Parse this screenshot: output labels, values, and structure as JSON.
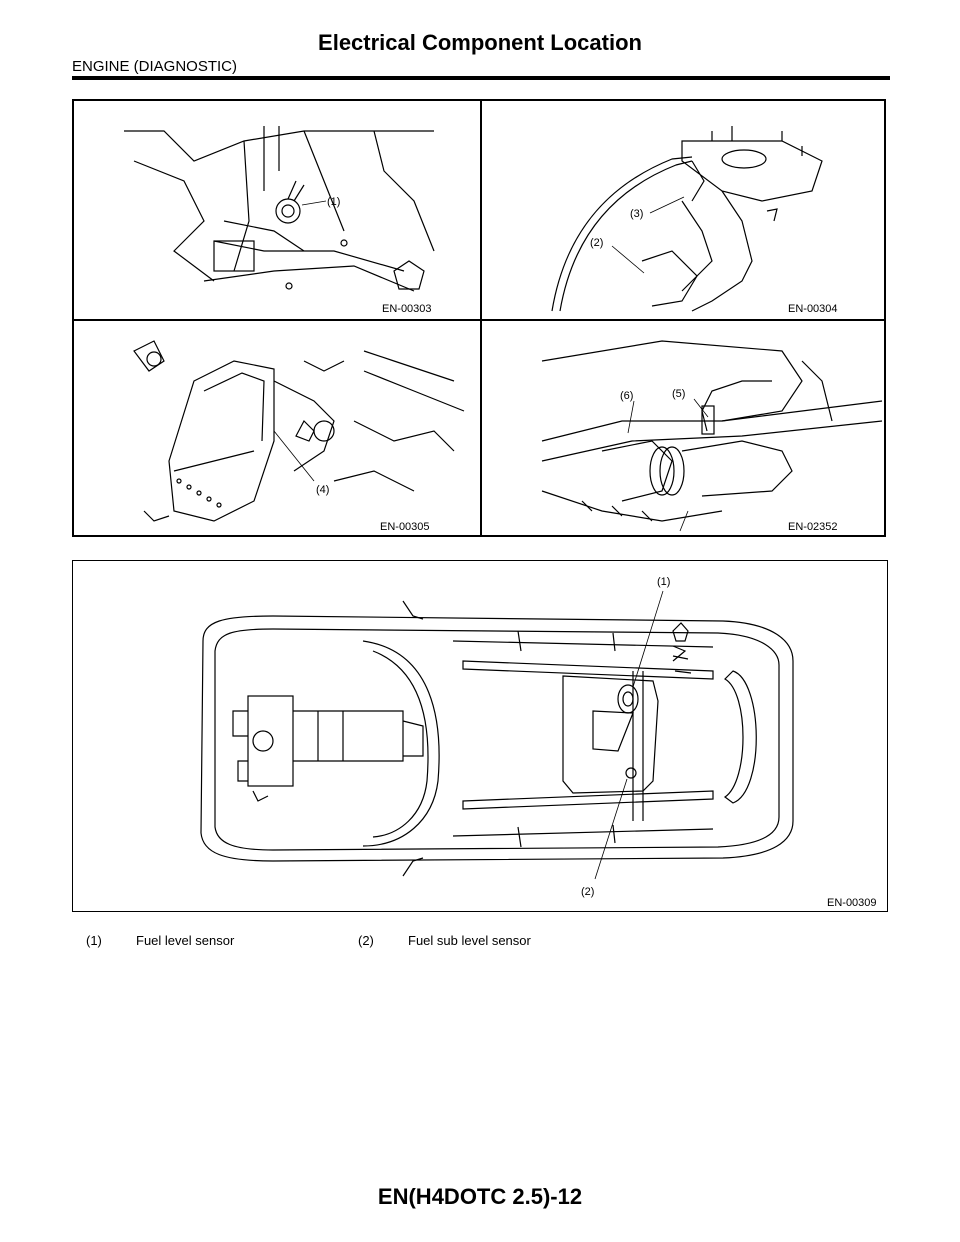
{
  "header": {
    "title": "Electrical Component Location",
    "section": "ENGINE (DIAGNOSTIC)"
  },
  "figures": {
    "top_left": {
      "code": "EN-00303",
      "callouts": [
        "(1)"
      ]
    },
    "top_right": {
      "code": "EN-00304",
      "callouts": [
        "(3)",
        "(2)"
      ]
    },
    "bottom_left": {
      "code": "EN-00305",
      "callouts": [
        "(4)"
      ]
    },
    "bottom_right": {
      "code": "EN-02352",
      "callouts": [
        "(6)",
        "(5)"
      ]
    },
    "vehicle": {
      "code": "EN-00309",
      "callouts": [
        "(1)",
        "(2)"
      ]
    }
  },
  "legend": [
    {
      "num": "(1)",
      "label": "Fuel level sensor"
    },
    {
      "num": "(2)",
      "label": "Fuel sub level sensor"
    }
  ],
  "footer": {
    "page_id": "EN(H4DOTC 2.5)-12"
  }
}
